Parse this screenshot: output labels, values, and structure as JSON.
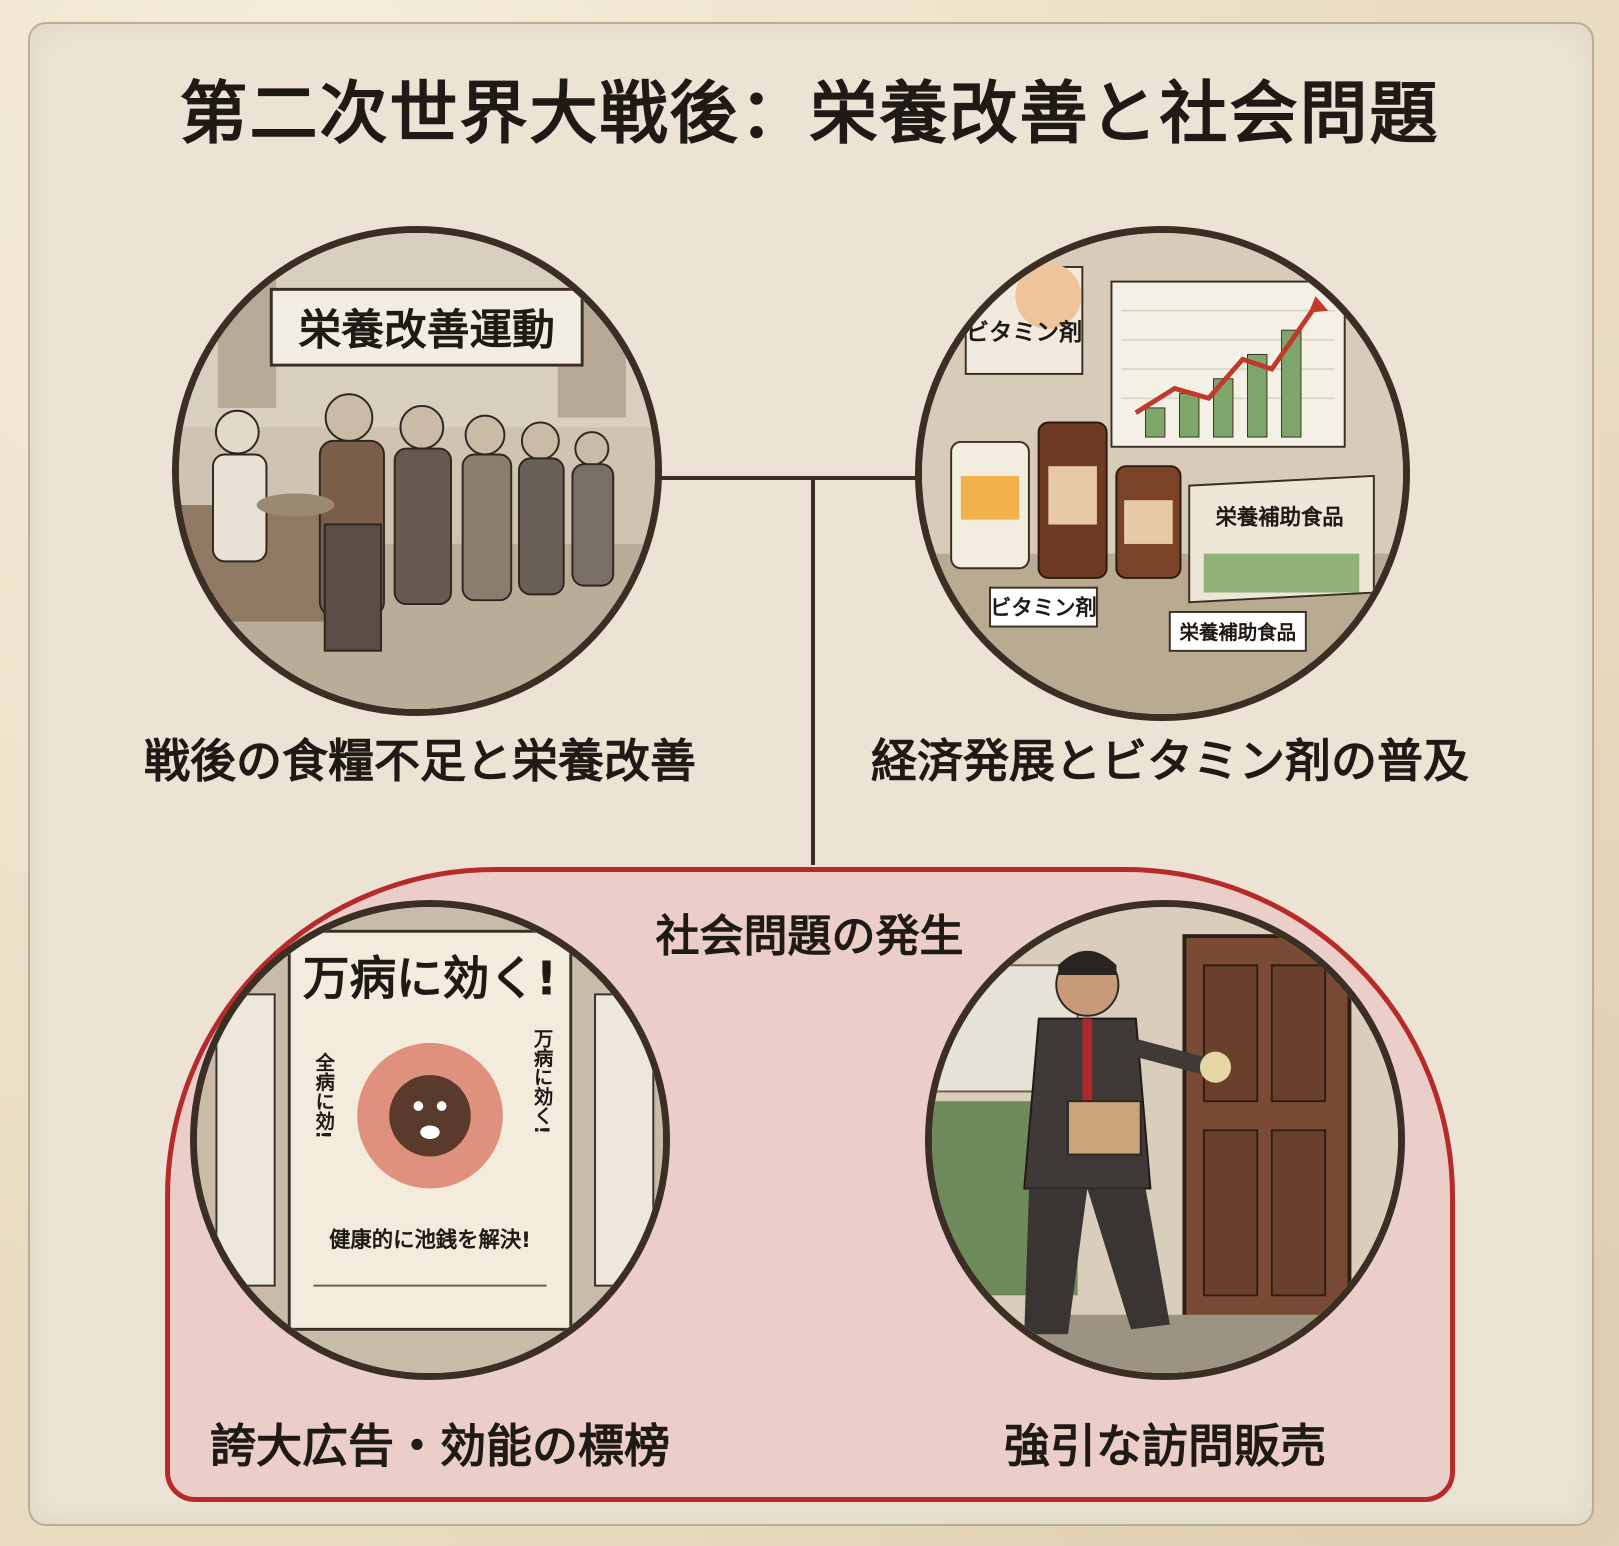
{
  "title": "第二次世界大戦後：栄養改善と社会問題",
  "top_left": {
    "caption": "戦後の食糧不足と栄養改善",
    "banner": "栄養改善運動"
  },
  "top_right": {
    "caption": "経済発展とビタミン剤の普及",
    "poster_label": "ビタミン剤",
    "shelf_label_1": "ビタミン剤",
    "box_label": "栄養補助食品",
    "shelf_label_2": "栄養補助食品"
  },
  "problem_group": {
    "title": "社会問題の発生",
    "left": {
      "caption": "誇大広告・効能の標榜",
      "poster_headline": "万病に効く!",
      "poster_side_left": "全病に効!",
      "poster_side_right": "万病に効く!",
      "poster_bottom": "健康的に池銭を解決!"
    },
    "right": {
      "caption": "強引な訪問販売"
    }
  },
  "colors": {
    "frame": "#3b2e25",
    "problem_border": "#b72a2a",
    "chart_bars": "#7fa66a",
    "chart_arrow": "#c0392b"
  }
}
